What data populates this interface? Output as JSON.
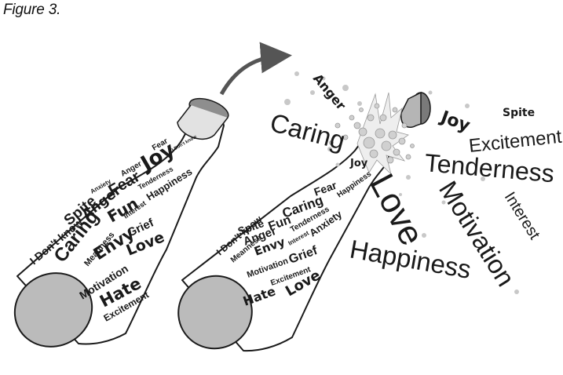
{
  "figure": {
    "caption": "Figure 3.",
    "bottle_closed_words": [
      "I Don't know",
      "Spite",
      "Anxiety",
      "Anger",
      "Fear",
      "Joy",
      "I Don't know",
      "Caring",
      "Meanness",
      "Anger",
      "Fear",
      "Fun",
      "Tenderness",
      "Happiness",
      "Interest",
      "Envy",
      "Grief",
      "Love",
      "Motivation",
      "Hate",
      "Excitement"
    ],
    "bottle_open_words": [
      "I Don't know",
      "Spite",
      "Caring",
      "Fear",
      "Joy",
      "Anger",
      "Fun",
      "Tenderness",
      "Happiness",
      "Meanness",
      "Envy",
      "Interest",
      "Anxiety",
      "Motivation",
      "Grief",
      "Excitement",
      "Hate",
      "Love"
    ],
    "released_words": [
      "Anger",
      "Caring",
      "Joy",
      "Spite",
      "Excitement",
      "Tenderness",
      "Love",
      "Motivation",
      "Interest",
      "Happiness"
    ]
  }
}
